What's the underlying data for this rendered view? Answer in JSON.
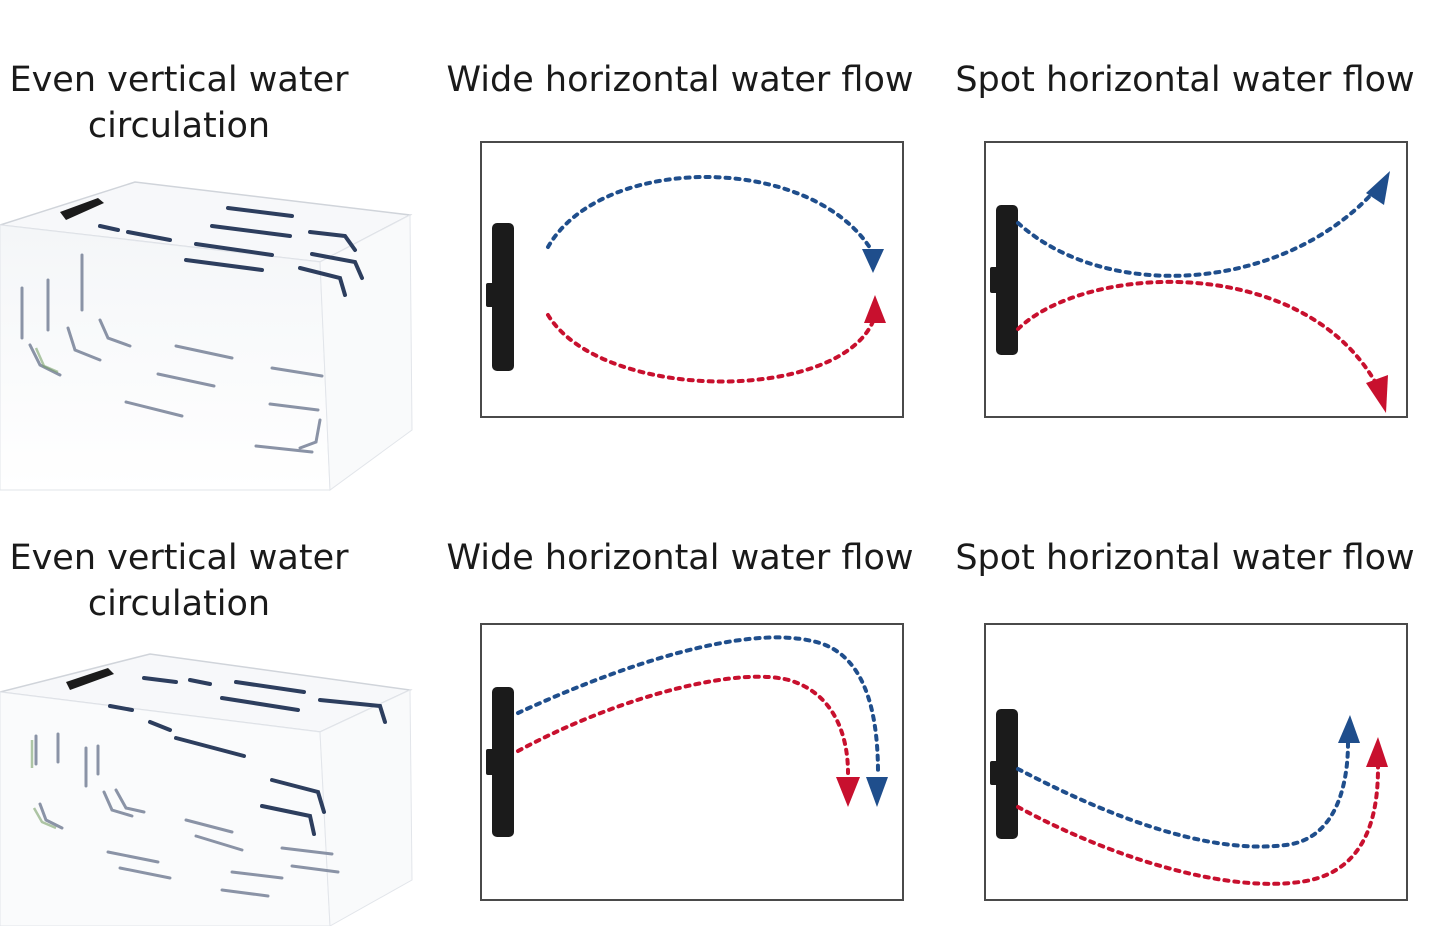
{
  "rows": [
    {
      "vertical_title": "Even vertical water circulation",
      "vertical_line1": "Even vertical water",
      "vertical_line2": "circulation",
      "wide_title": "Wide horizontal water flow",
      "spot_title": "Spot horizontal water flow"
    },
    {
      "vertical_title": "Even vertical water circulation",
      "vertical_line1": "Even vertical water",
      "vertical_line2": "circulation",
      "wide_title": "Wide horizontal water flow",
      "spot_title": "Spot horizontal water flow"
    }
  ],
  "colors": {
    "blue_flow": "#1f4e8c",
    "red_flow": "#c8102e",
    "pump": "#1b1b1b",
    "frame": "#4a4a4a"
  },
  "icons": [
    "pump-icon",
    "arrow-icon"
  ]
}
